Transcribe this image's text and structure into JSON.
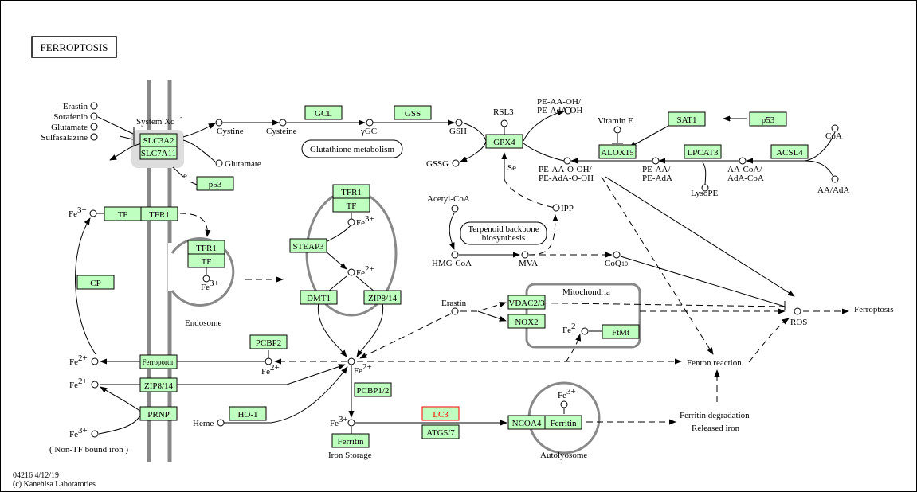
{
  "title": "FERROPTOSIS",
  "footer": {
    "line1": "04216 4/12/19",
    "line2": "(c) Kanehisa Laboratories"
  },
  "colors": {
    "gene_fill": "#bfffbf",
    "highlight": "#ff0000",
    "membrane": "#888888"
  },
  "genes": {
    "slc3a2": "SLC3A2",
    "slc7a11": "SLC7A11",
    "p53_a": "p53",
    "gcl": "GCL",
    "gss": "GSS",
    "gpx4": "GPX4",
    "alox15": "ALOX15",
    "sat1": "SAT1",
    "p53_b": "p53",
    "lpcat3": "LPCAT3",
    "acsl4": "ACSL4",
    "tf_a": "TF",
    "tfr1_a": "TFR1",
    "tfr1_b": "TFR1",
    "tf_b": "TF",
    "cp": "CP",
    "tfr1_c": "TFR1",
    "tf_c": "TF",
    "steap3": "STEAP3",
    "dmt1": "DMT1",
    "zip814_a": "ZIP8/14",
    "pcbp2": "PCBP2",
    "ferroportin": "Ferroportin",
    "zip814_b": "ZIP8/14",
    "prnp": "PRNP",
    "ho1": "HO-1",
    "pcbp12": "PCBP1/2",
    "ferritin_a": "Ferritin",
    "lc3": "LC3",
    "atg57": "ATG5/7",
    "ncoa4": "NCOA4",
    "ferritin_b": "Ferritin",
    "vdac23": "VDAC2/3",
    "nox2": "NOX2",
    "ftmt": "FtMt"
  },
  "compounds": {
    "erastin": "Erastin",
    "sorafenib": "Sorafenib",
    "glutamate_in": "Glutamate",
    "sulfasalazine": "Sulfasalazine",
    "system_xc": "System Xc",
    "cystine": "Cystine",
    "cysteine": "Cysteine",
    "ygc": "γGC",
    "gsh": "GSH",
    "gssg": "GSSG",
    "glutamate_out": "Glutamate",
    "rsl3": "RSL3",
    "pe_aa_oh_1": "PE-AA-OH/",
    "pe_aa_oh_2": "PE-AdA-OH",
    "vitamin_e": "Vitamin E",
    "se": "Se",
    "pe_aa_ooh_1": "PE-AA-O-OH/",
    "pe_aa_ooh_2": "PE-AdA-O-OH",
    "pe_aa_1": "PE-AA/",
    "pe_aa_2": "PE-AdA",
    "lysope": "LysoPE",
    "aacoa_1": "AA-CoA/",
    "aacoa_2": "AdA-CoA",
    "coa": "CoA",
    "aa_ada": "AA/AdA",
    "acetyl_coa": "Acetyl-CoA",
    "ipp": "IPP",
    "hmg_coa": "HMG-CoA",
    "mva": "MVA",
    "coq10": "CoQ",
    "coq10_sub": "10",
    "erastin_2": "Erastin",
    "ros": "ROS",
    "ferroptosis": "Ferroptosis",
    "fenton": "Fenton reaction",
    "ferritin_deg_1": "Ferritin degradation",
    "ferritin_deg_2": "Released iron",
    "heme": "Heme",
    "non_tf": "( Non-TF bound iron )",
    "e1": "e",
    "e2": "e",
    "fe": "Fe",
    "fe2": "2+",
    "fe3": "3+"
  },
  "maps": {
    "glutathione": "Glutathione metabolism",
    "terpenoid_1": "Terpenoid backbone",
    "terpenoid_2": "biosynthesis"
  },
  "compartments": {
    "endosome": "Endosome",
    "mitochondria": "Mitochondria",
    "iron_storage": "Iron Storage",
    "autolysosome": "Autolyosome"
  }
}
